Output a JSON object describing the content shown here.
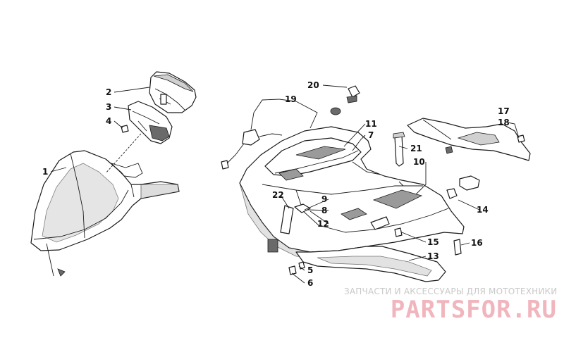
{
  "callouts": [
    {
      "id": "c1",
      "label": "1"
    },
    {
      "id": "c2",
      "label": "2"
    },
    {
      "id": "c3",
      "label": "3"
    },
    {
      "id": "c4",
      "label": "4"
    },
    {
      "id": "c5",
      "label": "5"
    },
    {
      "id": "c6",
      "label": "6"
    },
    {
      "id": "c7",
      "label": "7"
    },
    {
      "id": "c8",
      "label": "8"
    },
    {
      "id": "c9",
      "label": "9"
    },
    {
      "id": "c10",
      "label": "10"
    },
    {
      "id": "c11",
      "label": "11"
    },
    {
      "id": "c12",
      "label": "12"
    },
    {
      "id": "c13",
      "label": "13"
    },
    {
      "id": "c14",
      "label": "14"
    },
    {
      "id": "c15",
      "label": "15"
    },
    {
      "id": "c16",
      "label": "16"
    },
    {
      "id": "c17",
      "label": "17"
    },
    {
      "id": "c18",
      "label": "18"
    },
    {
      "id": "c19",
      "label": "19"
    },
    {
      "id": "c20",
      "label": "20"
    },
    {
      "id": "c21",
      "label": "21"
    },
    {
      "id": "c22",
      "label": "22"
    }
  ],
  "watermark": {
    "tagline": "ЗАПЧАСТИ И АКСЕССУАРЫ ДЛЯ МОТОТЕХНИКИ",
    "logo": "PARTSFOR.RU"
  },
  "colors": {
    "line": "#1a1a1a",
    "background": "#ffffff",
    "watermark_logo": "#e67887",
    "watermark_text": "#c9c9c9"
  }
}
